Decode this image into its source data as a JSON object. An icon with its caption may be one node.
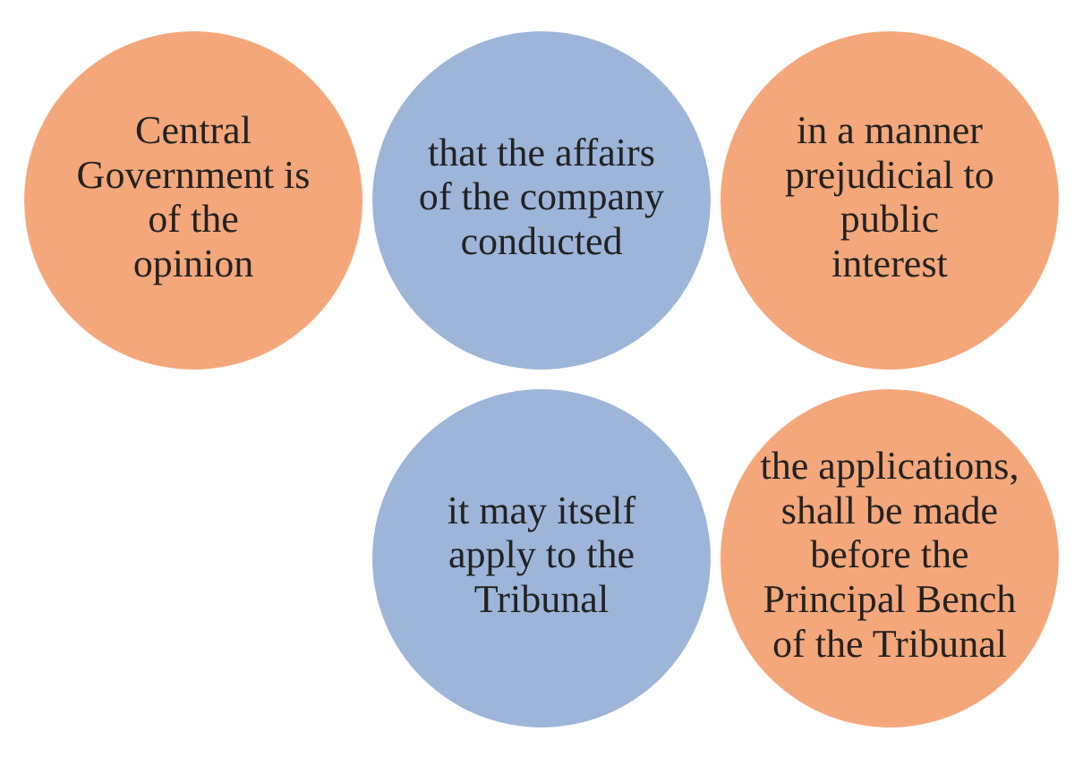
{
  "diagram": {
    "nodes": [
      {
        "text": [
          "Central Government is of the opinion"
        ]
      },
      {
        "text": [
          "that the affairs of the company conducted"
        ]
      },
      {
        "text": [
          "in a manner prejudicial to public interest"
        ]
      },
      {
        "text": [
          "it may itself apply to the Tribunal"
        ]
      },
      {
        "text": [
          "the applications, shall be made before the Principal Bench of the Tribunal"
        ]
      }
    ]
  }
}
